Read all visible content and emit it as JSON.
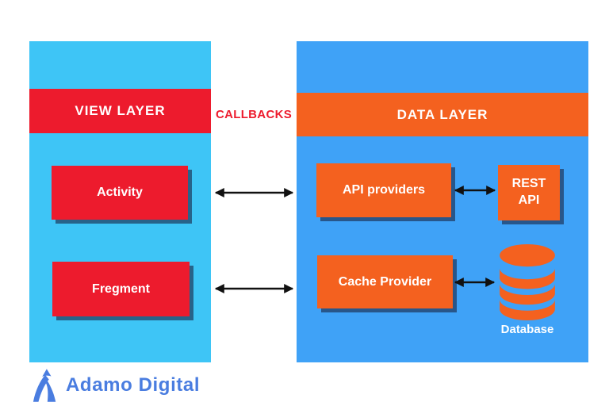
{
  "colors": {
    "light_blue": "#3EC5F6",
    "blue": "#3FA2F7",
    "red": "#ED1B2D",
    "orange": "#F4611F",
    "logo_blue": "#4A7DE0",
    "arrow": "#111111"
  },
  "view_layer": {
    "title": "VIEW LAYER",
    "nodes": [
      {
        "label": "Activity"
      },
      {
        "label": "Fregment"
      }
    ]
  },
  "callbacks_label": "CALLBACKS",
  "data_layer": {
    "title": "DATA LAYER",
    "nodes": [
      {
        "label": "API providers"
      },
      {
        "label": "Cache Provider"
      }
    ],
    "rest_api_label": "REST\nAPI",
    "database_label": "Database"
  },
  "connections": [
    {
      "from": "Activity",
      "to": "API providers",
      "type": "bidirectional"
    },
    {
      "from": "Fregment",
      "to": "Cache Provider",
      "type": "bidirectional"
    },
    {
      "from": "API providers",
      "to": "REST API",
      "type": "bidirectional"
    },
    {
      "from": "Cache Provider",
      "to": "Database",
      "type": "bidirectional"
    }
  ],
  "footer": {
    "brand": "Adamo Digital"
  },
  "icons": {
    "database": "database-icon",
    "logo": "adamo-logo-icon",
    "arrow": "double-headed-arrow"
  }
}
